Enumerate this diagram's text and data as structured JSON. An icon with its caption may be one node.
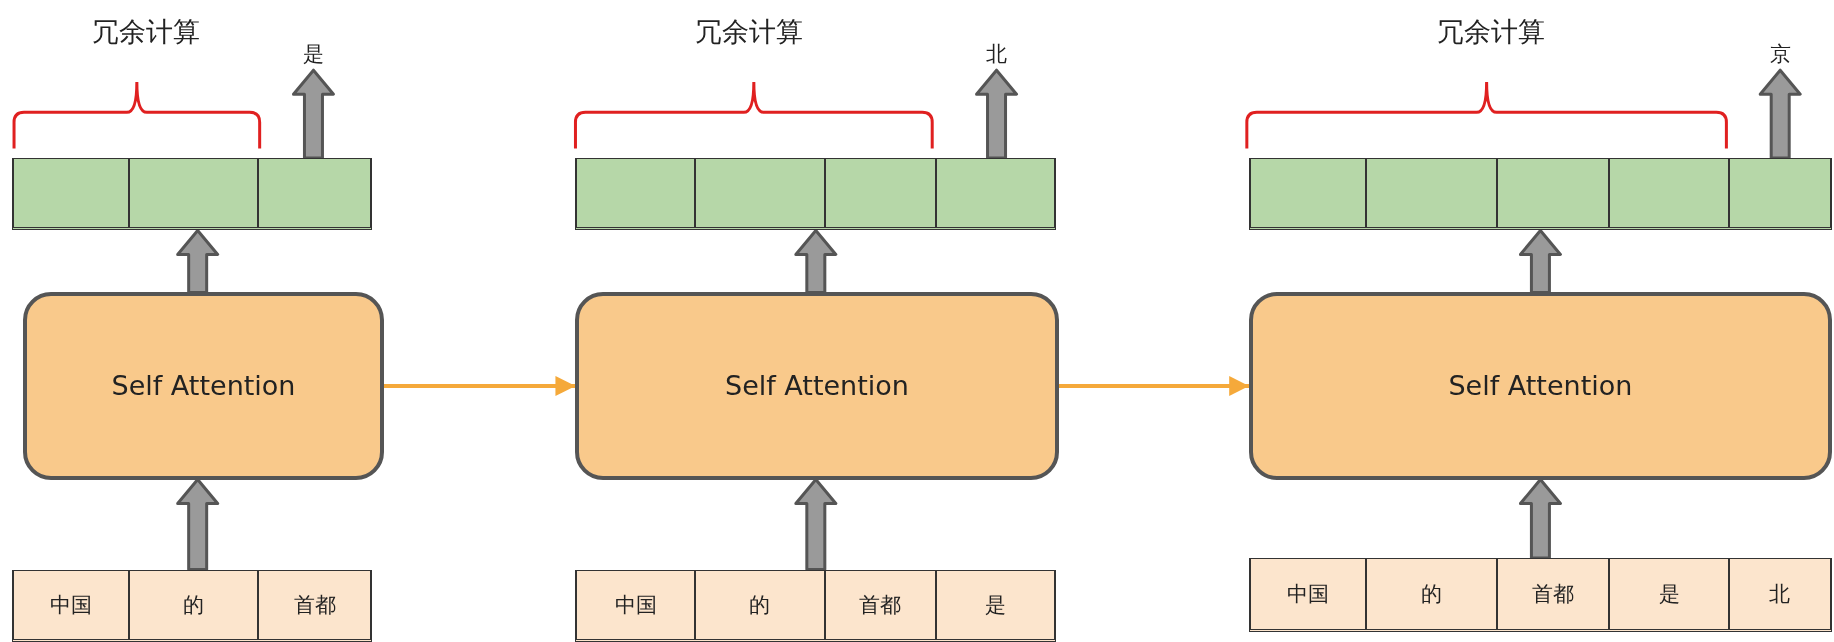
{
  "diagram": {
    "nodes": [
      {
        "text": [],
        "shape": "bar"
      },
      {
        "text": [],
        "shape": "box",
        "in": 0
      },
      {
        "text": [],
        "shape": "box",
        "in": 0
      },
      {
        "text": [],
        "shape": "box",
        "in": 0
      },
      {
        "text": [
          "是"
        ]
      },
      {
        "text": [
          "Self Attention"
        ]
      },
      {
        "text": [],
        "shape": "bar"
      },
      {
        "text": [
          "中国"
        ],
        "in": 6
      },
      {
        "text": [
          "的"
        ],
        "in": 6
      },
      {
        "text": [
          "首都"
        ],
        "in": 6
      },
      {
        "text": [],
        "shape": "bar"
      },
      {
        "text": [],
        "shape": "box",
        "in": 10
      },
      {
        "text": [],
        "shape": "box",
        "in": 10
      },
      {
        "text": [],
        "shape": "box",
        "in": 10
      },
      {
        "text": [],
        "shape": "box",
        "in": 10
      },
      {
        "text": [
          "北"
        ]
      },
      {
        "text": [
          "Self Attention"
        ]
      },
      {
        "text": [],
        "shape": "bar"
      },
      {
        "text": [
          "中国"
        ],
        "in": 17
      },
      {
        "text": [
          "的"
        ],
        "in": 17
      },
      {
        "text": [
          "首都"
        ],
        "in": 17
      },
      {
        "text": [
          "是"
        ],
        "in": 17
      },
      {
        "text": [],
        "shape": "bar"
      },
      {
        "text": [],
        "shape": "box",
        "in": 22
      },
      {
        "text": [],
        "shape": "box",
        "in": 22
      },
      {
        "text": [],
        "shape": "box",
        "in": 22
      },
      {
        "text": [],
        "shape": "box",
        "in": 22
      },
      {
        "text": [],
        "shape": "box",
        "in": 22
      },
      {
        "text": [
          "京"
        ]
      },
      {
        "text": [
          "Self Attention"
        ]
      },
      {
        "text": [],
        "shape": "bar"
      },
      {
        "text": [
          "中国"
        ],
        "in": 30
      },
      {
        "text": [
          "的"
        ],
        "in": 30
      },
      {
        "text": [
          "首都"
        ],
        "in": 30
      },
      {
        "text": [
          "是"
        ],
        "in": 30
      },
      {
        "text": [
          "北"
        ],
        "in": 30
      }
    ],
    "edges": [
      {
        "from": 6,
        "to": 5,
        "arrow": "to",
        "style": "thick"
      },
      {
        "from": 5,
        "to": 0,
        "arrow": "to",
        "style": "thick"
      },
      {
        "from": 3,
        "to": 4,
        "arrow": "to",
        "style": "thick"
      },
      {
        "from": 5,
        "to": 16,
        "arrow": "to",
        "color": "#f5a93a"
      },
      {
        "from": 17,
        "to": 16,
        "arrow": "to",
        "style": "thick"
      },
      {
        "from": 16,
        "to": 10,
        "arrow": "to",
        "style": "thick"
      },
      {
        "from": 14,
        "to": 15,
        "arrow": "to",
        "style": "thick"
      },
      {
        "from": 16,
        "to": 29,
        "arrow": "to",
        "color": "#f5a93a"
      },
      {
        "from": 30,
        "to": 29,
        "arrow": "to",
        "style": "thick"
      },
      {
        "from": 29,
        "to": 22,
        "arrow": "to",
        "style": "thick"
      },
      {
        "from": 27,
        "to": 28,
        "arrow": "to",
        "style": "thick"
      }
    ],
    "labels": [
      "冗余计算",
      "冗余计算",
      "冗余计算"
    ]
  }
}
